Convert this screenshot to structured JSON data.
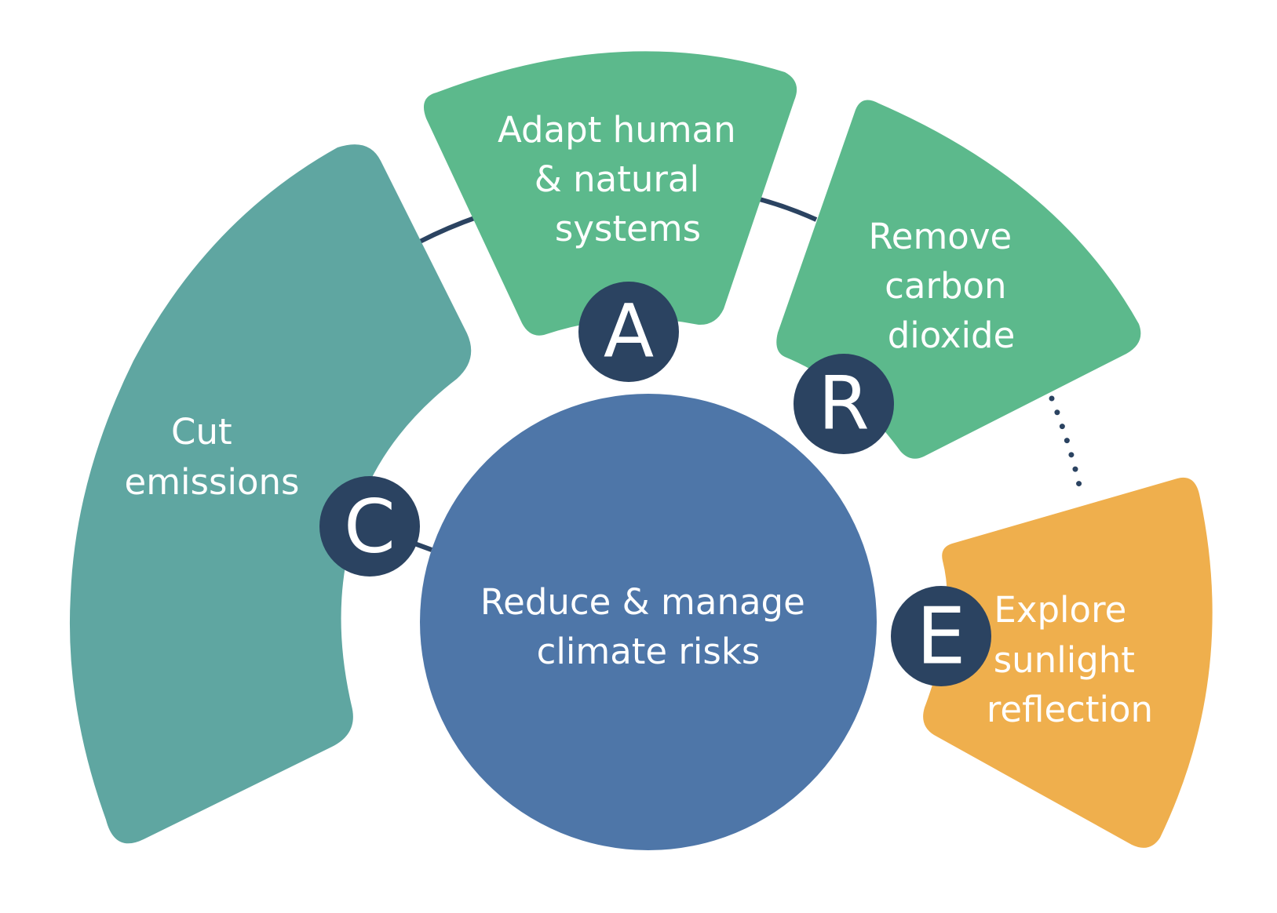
{
  "center": {
    "label_lines": [
      "Reduce & manage",
      "climate risks"
    ]
  },
  "segments": {
    "cut": {
      "letter": "C",
      "label_lines": [
        "Cut",
        "emissions"
      ]
    },
    "adapt": {
      "letter": "A",
      "label_lines": [
        "Adapt human",
        "& natural",
        "systems"
      ]
    },
    "remove": {
      "letter": "R",
      "label_lines": [
        "Remove",
        "carbon",
        "dioxide"
      ]
    },
    "explore": {
      "letter": "E",
      "label_lines": [
        "Explore",
        "sunlight",
        "reflection"
      ]
    }
  },
  "colors": {
    "cut": "#5fa6a1",
    "adapt": "#5cb98c",
    "remove": "#5cb98c",
    "explore": "#efaf4d",
    "center": "#4e76a8",
    "badge": "#2b4361",
    "connector": "#2b4361"
  }
}
